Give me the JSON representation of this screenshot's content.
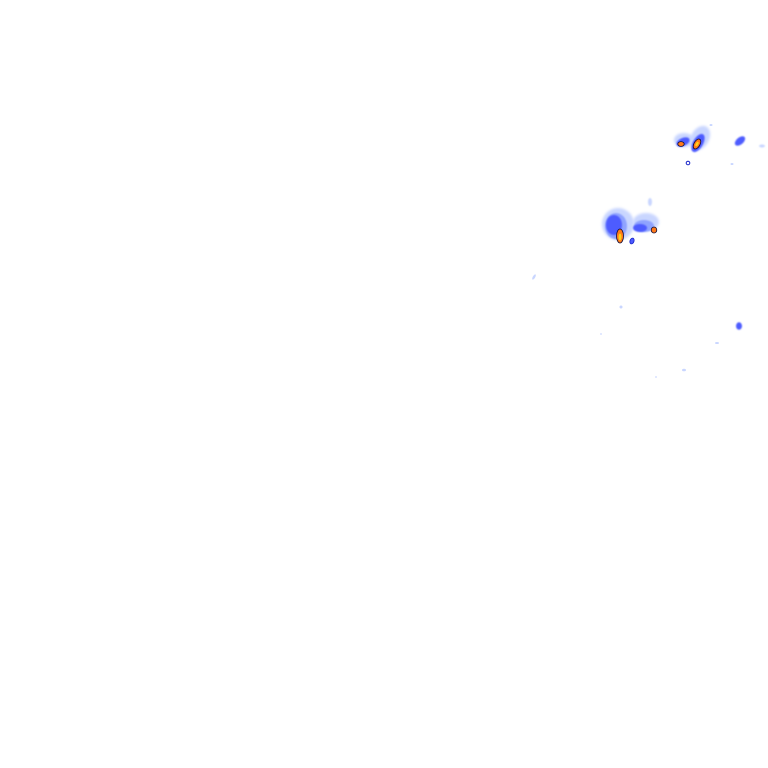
{
  "map": {
    "kind": "weather radar reflectivity overlay",
    "background_color": "#ffffff",
    "reflectivity_palette": {
      "trace": "#c9d6ff",
      "light": "#8fa3ff",
      "moderate": "#4d5bff",
      "heavy": "#1420c8",
      "intense": "#ff7a1a",
      "extreme": "#ffd21a",
      "outline": "#0a0a3a"
    },
    "echo_regions": [
      "north-east-cell-cluster",
      "central-east-storm-complex",
      "scattered-light-echoes"
    ]
  }
}
